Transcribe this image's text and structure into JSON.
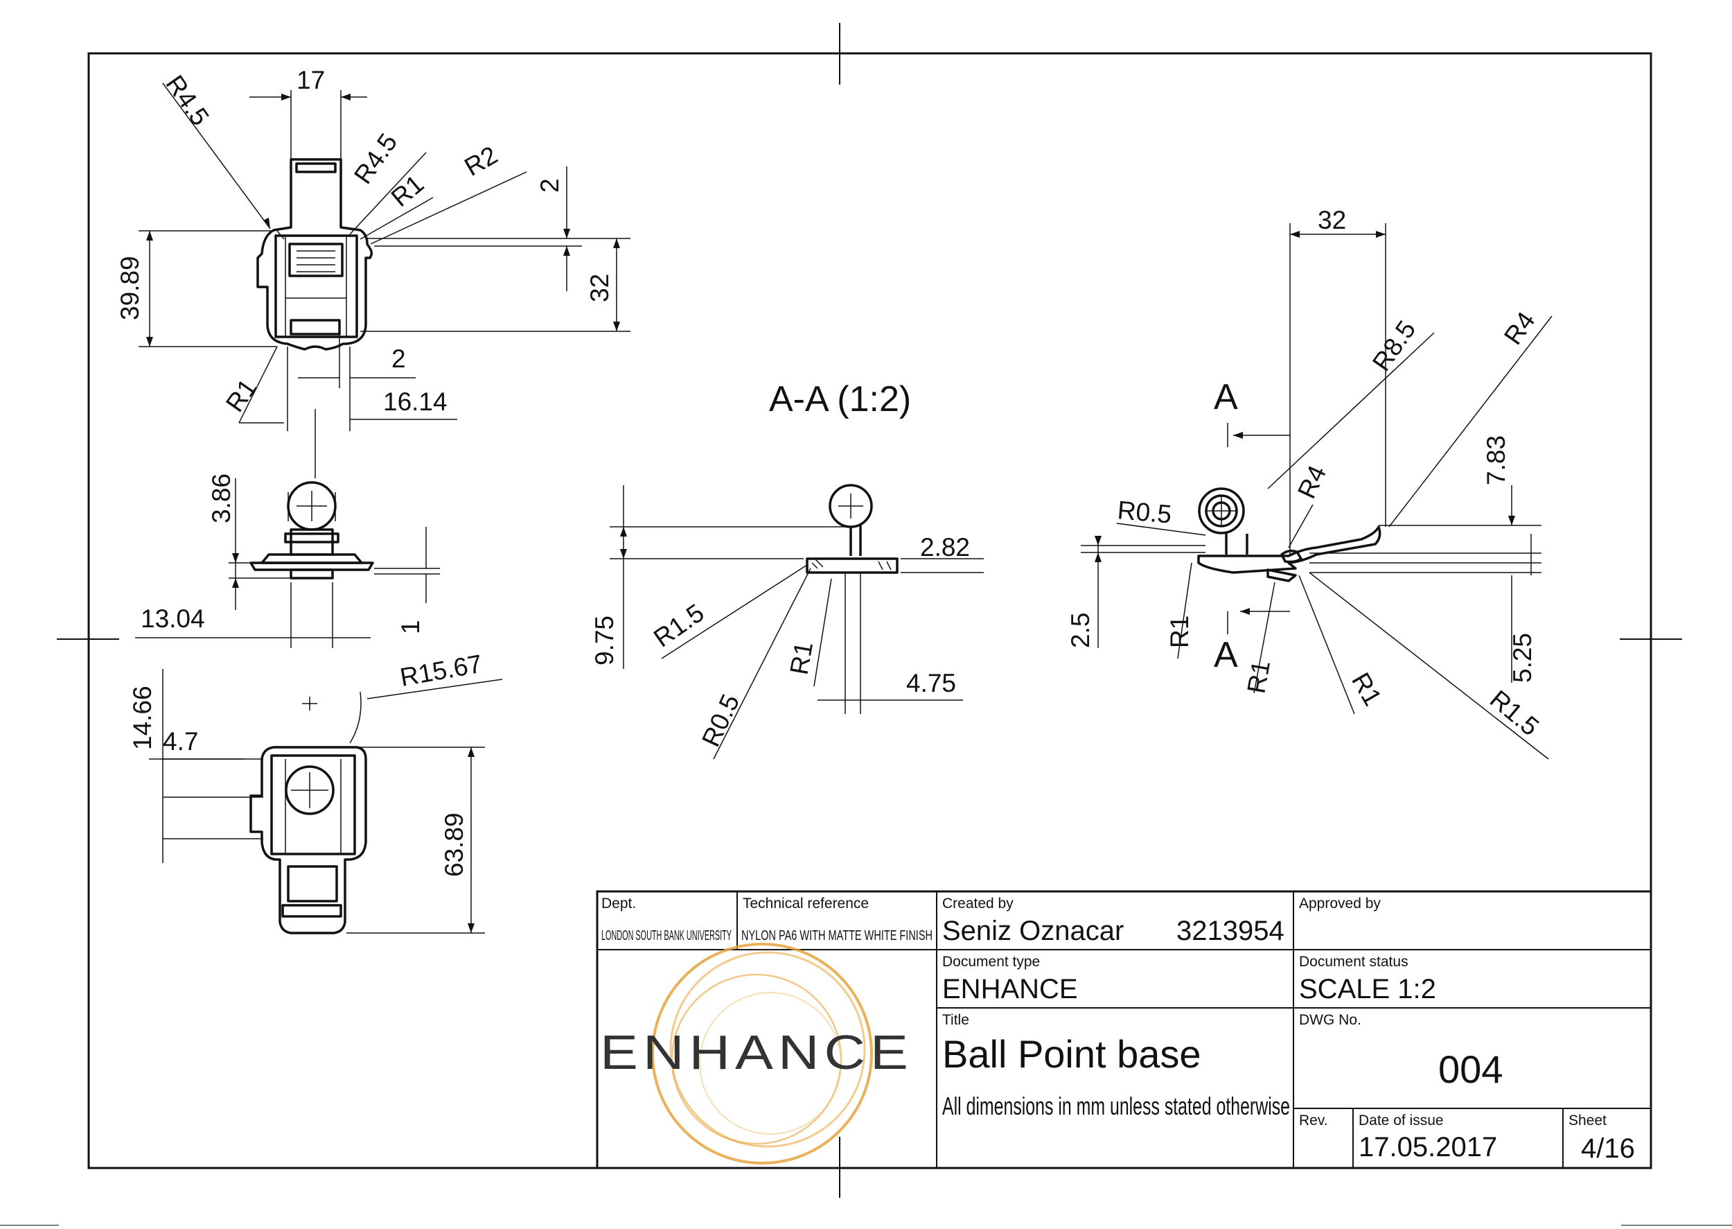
{
  "title_block": {
    "dept_label": "Dept.",
    "dept_value": "LONDON SOUTH BANK UNIVERSITY",
    "tech_ref_label": "Technical reference",
    "tech_ref_value": "NYLON PA6 WITH MATTE WHITE FINISH",
    "created_by_label": "Created by",
    "created_by_name": "Seniz Oznacar",
    "created_by_id": "3213954",
    "approved_by_label": "Approved by",
    "approved_by_value": "",
    "doc_type_label": "Document type",
    "doc_type_value": "ENHANCE",
    "doc_status_label": "Document status",
    "doc_status_value": "SCALE 1:2",
    "title_label": "Title",
    "title_value": "Ball Point base",
    "title_note": "All dimensions in mm unless stated otherwise",
    "dwg_no_label": "DWG No.",
    "dwg_no_value": "004",
    "rev_label": "Rev.",
    "rev_value": "",
    "date_label": "Date of issue",
    "date_value": "17.05.2017",
    "sheet_label": "Sheet",
    "sheet_value": "4/16",
    "logo_text": "ENHANCE"
  },
  "section_title": "A-A (1:2)",
  "section_marker": "A",
  "views": {
    "top_view": [
      "17",
      "R4.5",
      "R4.5",
      "R1",
      "R2",
      "2",
      "39.89",
      "32",
      "R1",
      "2",
      "16.14"
    ],
    "front_view": [
      "3.86",
      "13.04",
      "1"
    ],
    "bottom_view": [
      "R15.67",
      "14.66",
      "4.7",
      "63.89"
    ],
    "section_view": [
      "9.75",
      "2.82",
      "R1.5",
      "R0.5",
      "R1",
      "4.75"
    ],
    "side_view": [
      "32",
      "R8.5",
      "R4",
      "R0.5",
      "R4",
      "7.83",
      "2.5",
      "R1",
      "R1",
      "R1",
      "5.25",
      "R1.5"
    ]
  },
  "colors": {
    "line": "#111111",
    "logo_ring": "#e8a33d",
    "logo_text": "#333333"
  }
}
